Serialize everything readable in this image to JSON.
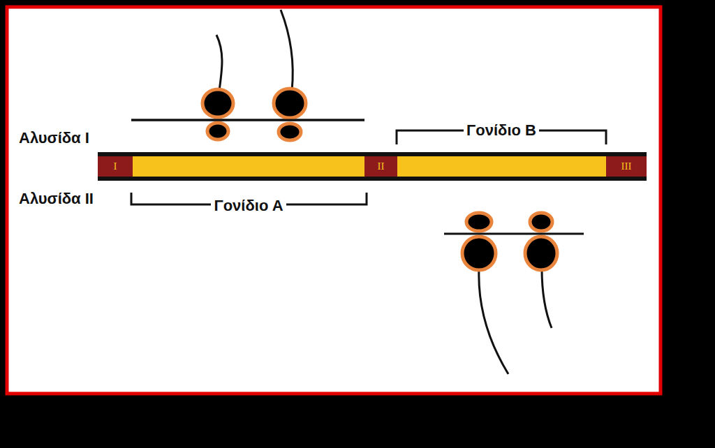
{
  "diagram": {
    "nodes": [
      {
        "text": [
          "I"
        ]
      },
      {
        "text": [
          "II"
        ]
      },
      {
        "text": [
          "III"
        ]
      }
    ],
    "labels": [
      "Γονίδιο Β",
      "Αλυσίδα I",
      "Αλυσίδα II",
      "Γονίδιο Α"
    ]
  }
}
